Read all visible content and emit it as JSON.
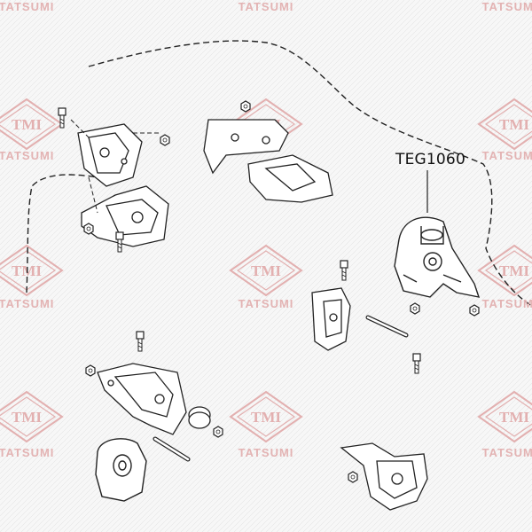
{
  "diagram": {
    "part_callout": "TEG1060",
    "watermark": {
      "brand": "TMI",
      "name": "TATSUMI",
      "color": "#e0a8a8"
    },
    "line_color": "#222222",
    "background": "#f7f7f7"
  }
}
